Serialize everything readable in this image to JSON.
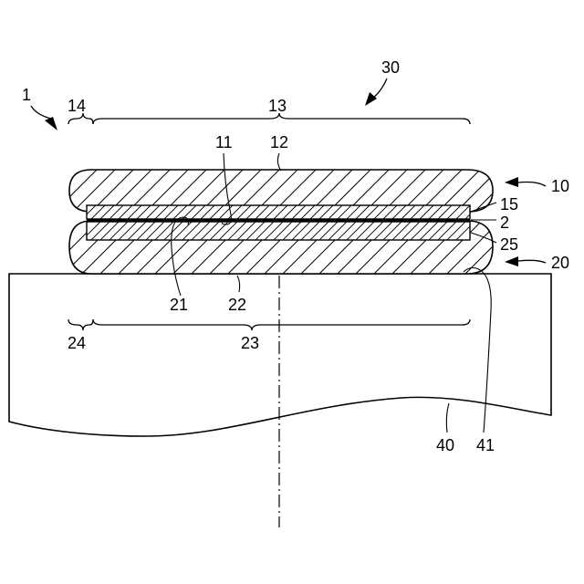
{
  "figure": {
    "labels": {
      "device": "1",
      "first_member": "10",
      "film_side": "11",
      "first_body": "12",
      "first_region": "13",
      "first_edge_region": "14",
      "first_layer": "15",
      "film": "2",
      "second_member": "20",
      "second_film_side": "21",
      "second_body": "22",
      "second_region": "23",
      "second_edge_region": "24",
      "second_layer": "25",
      "assembly": "30",
      "substrate": "40",
      "substrate_edge": "41"
    }
  }
}
